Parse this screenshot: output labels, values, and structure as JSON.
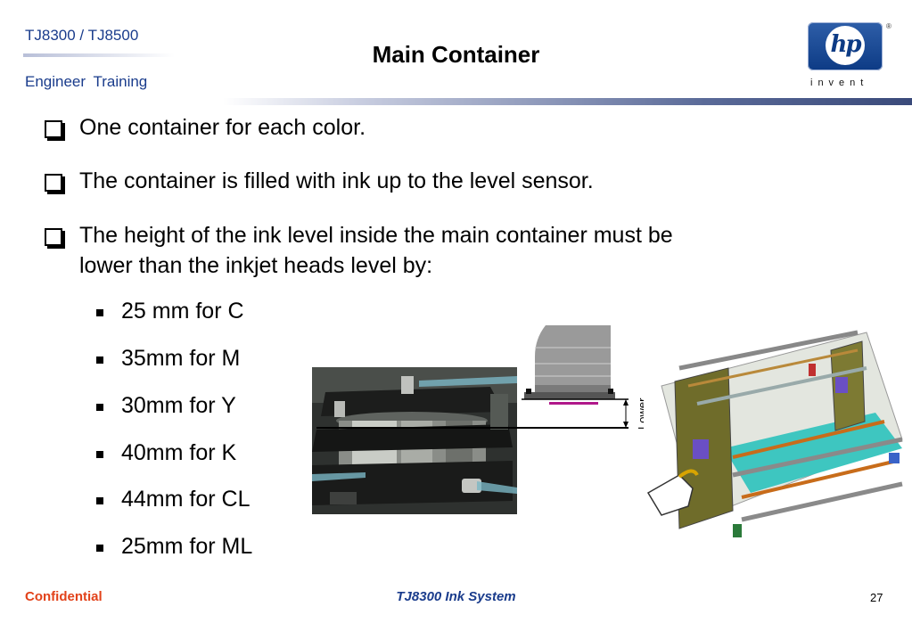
{
  "header": {
    "model": "TJ8300 / TJ8500",
    "subtitle": "Engineer  Training",
    "title": "Main Container",
    "logo_text": "hp",
    "logo_tagline": "invent",
    "logo_reg": "®"
  },
  "bullets": [
    "One container for each color.",
    "The container is filled with ink up to the level sensor.",
    "The height of the ink level inside the main container must be",
    "lower than the inkjet heads level by:"
  ],
  "sub_bullets": [
    "25 mm for C",
    "35mm for M",
    "30mm for Y",
    "40mm for K",
    "44mm for CL",
    "25mm for ML"
  ],
  "diagram": {
    "label": "Lower"
  },
  "footer": {
    "left": "Confidential",
    "center": "TJ8300 Ink System",
    "page": "27"
  },
  "colors": {
    "header_blue": "#1a3c8c",
    "confidential": "#e2421a"
  }
}
